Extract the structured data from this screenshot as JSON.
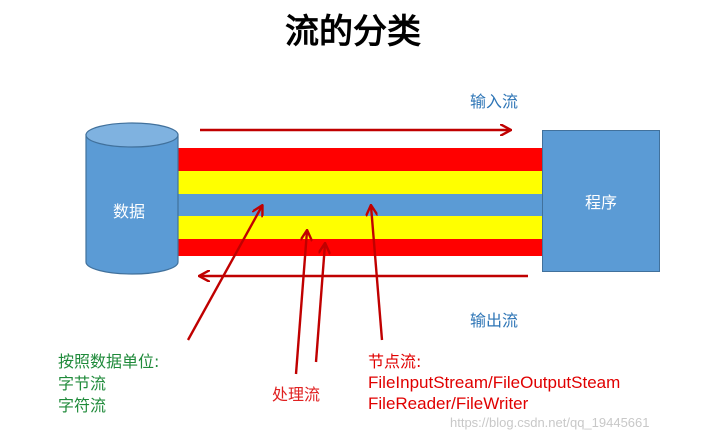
{
  "title": "流的分类",
  "data_label": "数据",
  "program_label": "程序",
  "input_stream_label": "输入流",
  "output_stream_label": "输出流",
  "by_unit": {
    "heading": "按照数据单位:",
    "items": [
      "字节流",
      "字符流"
    ]
  },
  "processing_stream_label": "处理流",
  "node_stream": {
    "heading": "节点流:",
    "items": [
      "FileInputStream/FileOutputSteam",
      "FileReader/FileWriter"
    ]
  },
  "watermark": "https://blog.csdn.net/qq_19445661",
  "colors": {
    "stripe_red": "#ff0000",
    "stripe_yellow": "#ffff00",
    "stripe_blue": "#5b9bd5",
    "arrow": "#c00000",
    "cylinder": "#5b9bd5",
    "box": "#5b9bd5"
  }
}
